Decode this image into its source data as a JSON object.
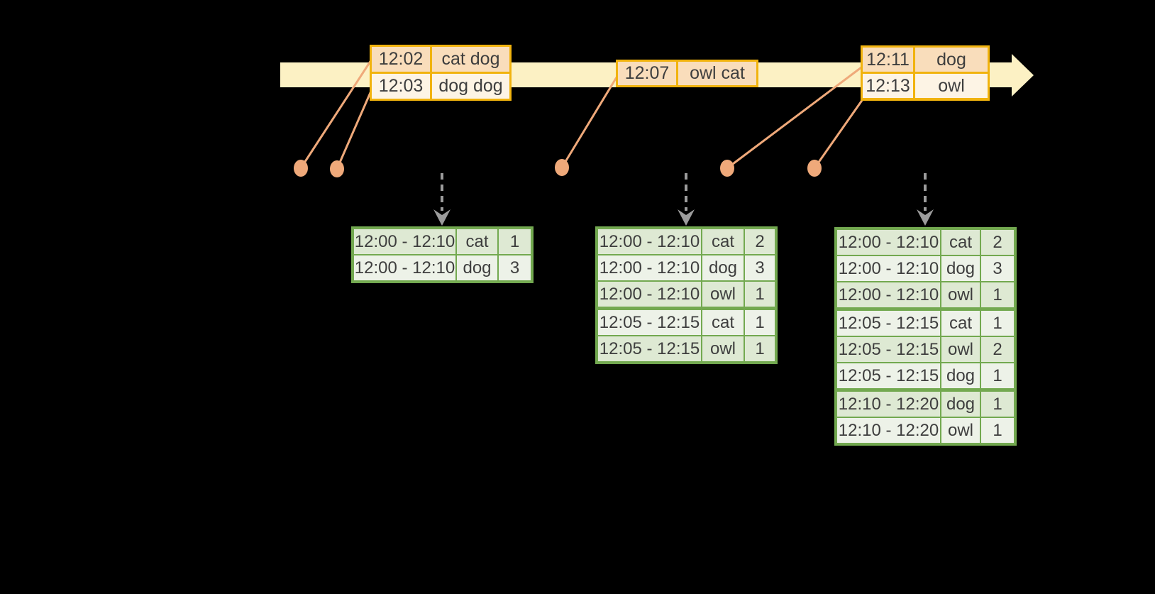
{
  "colors": {
    "background": "#000000",
    "timeline_band": "#FCF1C4",
    "event_box_border": "#F1B30E",
    "event_row_dark": "#F9DDBB",
    "event_row_light": "#FDF4E5",
    "connector_salmon": "#EFA97A",
    "trigger_arrow_gray": "#9C9C9C",
    "table_border_green": "#73A950",
    "table_row_dark": "#DEE9D3",
    "table_row_light": "#EDF2E8",
    "text": "#3E3E3E"
  },
  "icons": {
    "timeline_arrowhead": "right-arrowhead",
    "trigger_arrow": "dashed-down-arrow",
    "event_dot": "filled-circle"
  },
  "event_boxes": [
    {
      "rows": [
        {
          "time": "12:02",
          "words": "cat dog"
        },
        {
          "time": "12:03",
          "words": "dog dog"
        }
      ]
    },
    {
      "rows": [
        {
          "time": "12:07",
          "words": "owl cat"
        }
      ]
    },
    {
      "rows": [
        {
          "time": "12:11",
          "words": "dog"
        },
        {
          "time": "12:13",
          "words": "owl"
        }
      ]
    }
  ],
  "result_tables": [
    {
      "rows": [
        {
          "window": "12:00 - 12:10",
          "word": "cat",
          "count": "1"
        },
        {
          "window": "12:00 - 12:10",
          "word": "dog",
          "count": "3"
        }
      ]
    },
    {
      "rows": [
        {
          "window": "12:00 - 12:10",
          "word": "cat",
          "count": "2"
        },
        {
          "window": "12:00 - 12:10",
          "word": "dog",
          "count": "3"
        },
        {
          "window": "12:00 - 12:10",
          "word": "owl",
          "count": "1"
        },
        {
          "window": "12:05 - 12:15",
          "word": "cat",
          "count": "1"
        },
        {
          "window": "12:05 - 12:15",
          "word": "owl",
          "count": "1"
        }
      ]
    },
    {
      "rows": [
        {
          "window": "12:00 - 12:10",
          "word": "cat",
          "count": "2"
        },
        {
          "window": "12:00 - 12:10",
          "word": "dog",
          "count": "3"
        },
        {
          "window": "12:00 - 12:10",
          "word": "owl",
          "count": "1"
        },
        {
          "window": "12:05 - 12:15",
          "word": "cat",
          "count": "1"
        },
        {
          "window": "12:05 - 12:15",
          "word": "owl",
          "count": "2"
        },
        {
          "window": "12:05 - 12:15",
          "word": "dog",
          "count": "1"
        },
        {
          "window": "12:10 - 12:20",
          "word": "dog",
          "count": "1"
        },
        {
          "window": "12:10 - 12:20",
          "word": "owl",
          "count": "1"
        }
      ]
    }
  ]
}
